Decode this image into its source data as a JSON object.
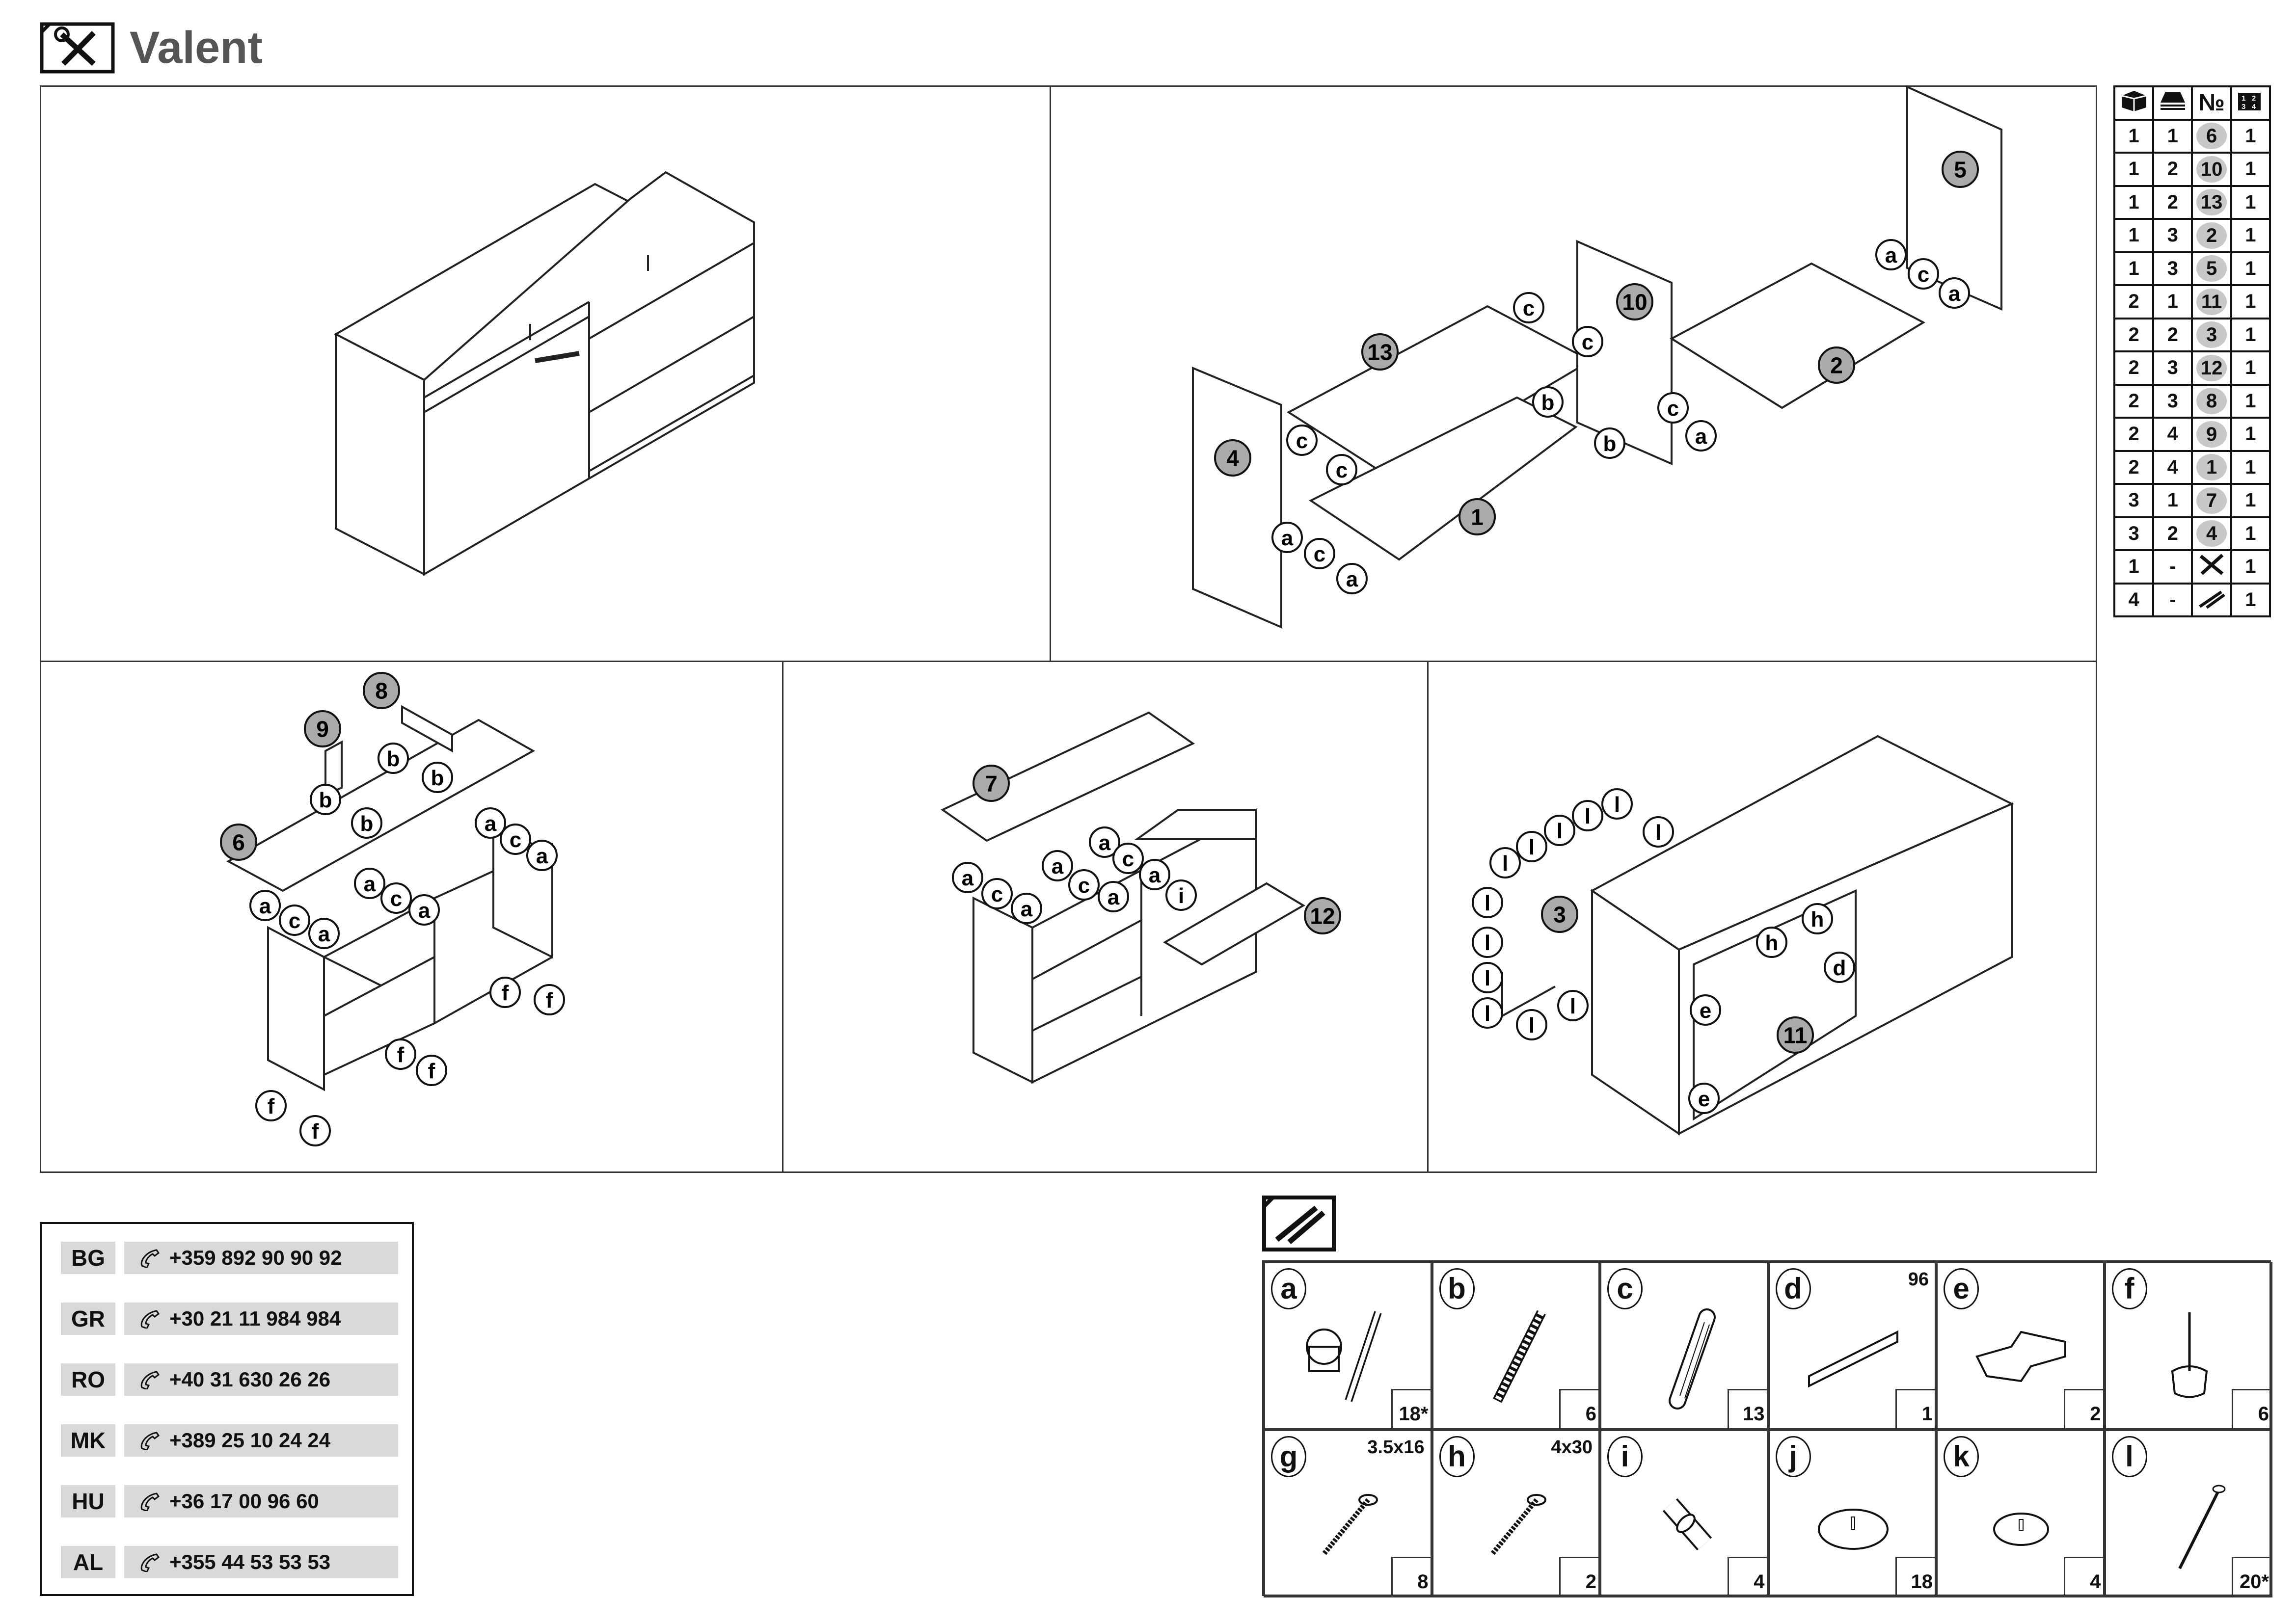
{
  "header": {
    "title": "Valent",
    "icon": "tools-icon"
  },
  "steps": [
    {
      "parts": []
    },
    {
      "parts": [
        "13",
        "10",
        "5",
        "4",
        "1",
        "2"
      ],
      "fasteners": [
        "c",
        "c",
        "a",
        "c",
        "a",
        "b",
        "b",
        "c",
        "c",
        "a",
        "c",
        "a",
        "c",
        "a"
      ]
    },
    {
      "parts": [
        "8",
        "9",
        "6"
      ],
      "fasteners": [
        "b",
        "b",
        "b",
        "b",
        "a",
        "c",
        "a",
        "a",
        "c",
        "a",
        "a",
        "c",
        "a",
        "f",
        "f",
        "f",
        "f",
        "f",
        "f"
      ]
    },
    {
      "parts": [
        "7",
        "12"
      ],
      "fasteners": [
        "a",
        "c",
        "a",
        "a",
        "c",
        "a",
        "a",
        "c",
        "a",
        "i"
      ]
    },
    {
      "parts": [
        "3",
        "11"
      ],
      "fasteners": [
        "l",
        "l",
        "l",
        "l",
        "l",
        "l",
        "l",
        "l",
        "l",
        "l",
        "l",
        "l",
        "h",
        "h",
        "d",
        "e",
        "e"
      ]
    }
  ],
  "parts_table": {
    "header_icons": [
      "box-icon",
      "layer-stack-icon",
      "number-sign",
      "package-quantity-icon"
    ],
    "number_header": "№",
    "rows": [
      {
        "box": "1",
        "layer": "1",
        "no": "6",
        "qty": "1"
      },
      {
        "box": "1",
        "layer": "2",
        "no": "10",
        "qty": "1"
      },
      {
        "box": "1",
        "layer": "2",
        "no": "13",
        "qty": "1"
      },
      {
        "box": "1",
        "layer": "3",
        "no": "2",
        "qty": "1"
      },
      {
        "box": "1",
        "layer": "3",
        "no": "5",
        "qty": "1"
      },
      {
        "box": "2",
        "layer": "1",
        "no": "11",
        "qty": "1"
      },
      {
        "box": "2",
        "layer": "2",
        "no": "3",
        "qty": "1"
      },
      {
        "box": "2",
        "layer": "3",
        "no": "12",
        "qty": "1"
      },
      {
        "box": "2",
        "layer": "3",
        "no": "8",
        "qty": "1"
      },
      {
        "box": "2",
        "layer": "4",
        "no": "9",
        "qty": "1"
      },
      {
        "box": "2",
        "layer": "4",
        "no": "1",
        "qty": "1"
      },
      {
        "box": "3",
        "layer": "1",
        "no": "7",
        "qty": "1"
      },
      {
        "box": "3",
        "layer": "2",
        "no": "4",
        "qty": "1"
      },
      {
        "box": "1",
        "layer": "-",
        "no_icon": "tools-icon",
        "qty": "1"
      },
      {
        "box": "4",
        "layer": "-",
        "no_icon": "fittings-icon",
        "qty": "1"
      }
    ]
  },
  "contacts": [
    {
      "code": "BG",
      "phone": "+359 892 90 90 92"
    },
    {
      "code": "GR",
      "phone": "+30 21 11 984 984"
    },
    {
      "code": "RO",
      "phone": "+40 31 630 26 26"
    },
    {
      "code": "MK",
      "phone": "+389 25 10 24 24"
    },
    {
      "code": "HU",
      "phone": "+36 17 00 96 60"
    },
    {
      "code": "AL",
      "phone": "+355 44 53 53 53"
    }
  ],
  "hardware": [
    {
      "letter": "a",
      "qty": "18*",
      "icon": "cam-lock-icon"
    },
    {
      "letter": "b",
      "qty": "6",
      "icon": "confirmat-screw-icon"
    },
    {
      "letter": "c",
      "qty": "13",
      "icon": "wood-dowel-icon"
    },
    {
      "letter": "d",
      "qty": "1",
      "size": "96",
      "icon": "handle-icon"
    },
    {
      "letter": "e",
      "qty": "2",
      "icon": "hinge-icon"
    },
    {
      "letter": "f",
      "qty": "6",
      "icon": "glide-foot-icon"
    },
    {
      "letter": "g",
      "qty": "8",
      "size": "3.5x16",
      "icon": "screw-icon"
    },
    {
      "letter": "h",
      "qty": "2",
      "size": "4x30",
      "icon": "screw-icon"
    },
    {
      "letter": "i",
      "qty": "4",
      "icon": "shelf-pin-icon"
    },
    {
      "letter": "j",
      "qty": "18",
      "icon": "cover-cap-icon"
    },
    {
      "letter": "k",
      "qty": "4",
      "icon": "cover-cap-small-icon"
    },
    {
      "letter": "l",
      "qty": "20*",
      "icon": "nail-icon"
    }
  ]
}
